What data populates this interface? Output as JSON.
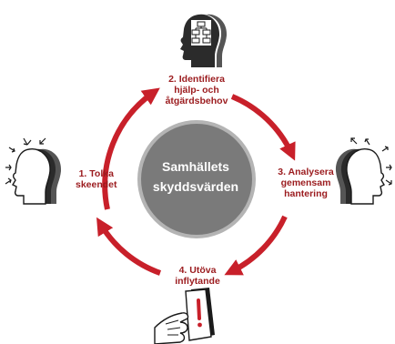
{
  "center": {
    "line1": "Samhällets",
    "line2": "skyddsvärden"
  },
  "steps": [
    {
      "lines": [
        "1. Tolka",
        "skeendet"
      ]
    },
    {
      "lines": [
        "2. Identifiera",
        "hjälp- och",
        "åtgärdsbehov"
      ]
    },
    {
      "lines": [
        "3. Analysera",
        "gemensam",
        "hantering"
      ]
    },
    {
      "lines": [
        "4. Utöva",
        "inflytande"
      ]
    }
  ],
  "colors": {
    "step_text": "#9b1b1e",
    "arrow": "#c8202a",
    "circle": "#7a7a7a",
    "circle_ring": "#b4b4b4",
    "icon_ink": "#1a1a1a"
  },
  "icons": [
    "heads-with-incoming-arrows-icon",
    "head-with-organization-chart-icon",
    "heads-with-outgoing-arrows-icon",
    "hand-holding-document-icon"
  ]
}
